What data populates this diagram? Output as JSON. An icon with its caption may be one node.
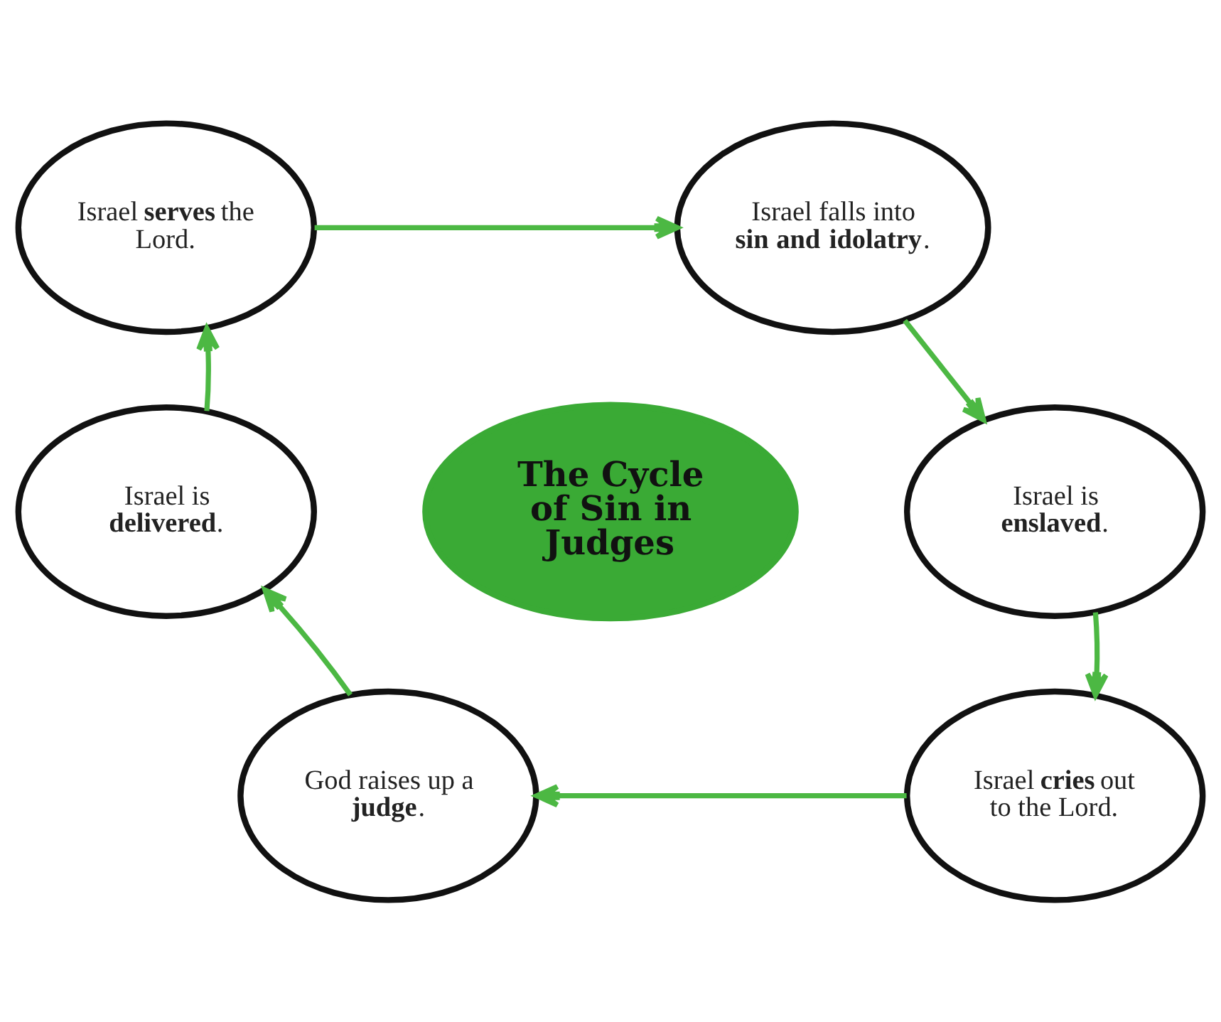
{
  "diagram": {
    "nodes": [
      {
        "text": [
          "Israel **serves** the Lord."
        ]
      },
      {
        "text": [
          "Israel falls into **sin and idolatry**."
        ]
      },
      {
        "text": [
          "The Cycle of Sin in Judges"
        ]
      },
      {
        "text": [
          "Israel is **delivered**."
        ]
      },
      {
        "text": [
          "Israel is **enslaved**."
        ]
      },
      {
        "text": [
          "God raises up a **judge**."
        ]
      },
      {
        "text": [
          "Israel **cries** out to the Lord."
        ]
      }
    ],
    "edges": [
      {
        "from": 0,
        "to": 1,
        "arrow": "to"
      },
      {
        "from": 1,
        "to": 4,
        "arrow": "to"
      },
      {
        "from": 4,
        "to": 6,
        "arrow": "to"
      },
      {
        "from": 6,
        "to": 5,
        "arrow": "to"
      },
      {
        "from": 5,
        "to": 3,
        "arrow": "to"
      },
      {
        "from": 3,
        "to": 0,
        "arrow": "to"
      }
    ]
  }
}
